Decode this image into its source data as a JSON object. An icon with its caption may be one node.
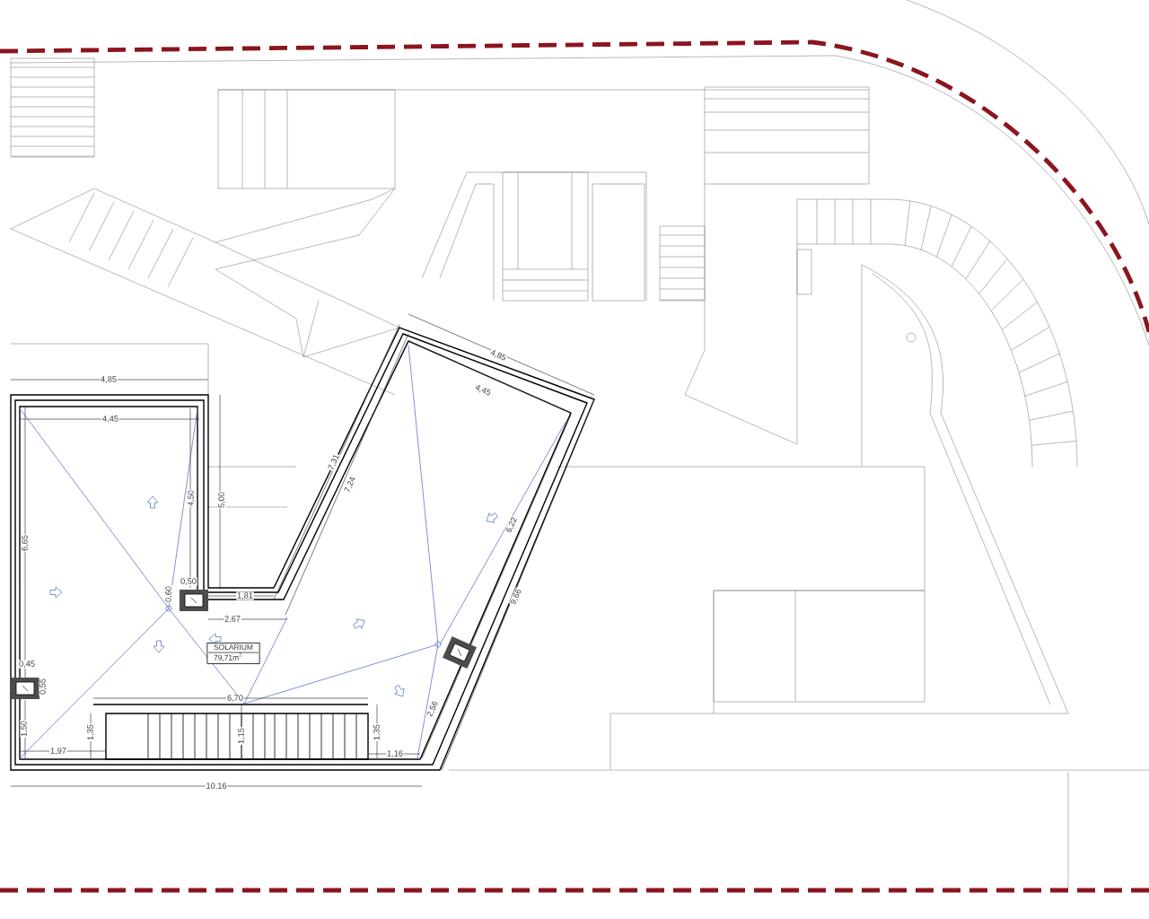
{
  "diagram": {
    "nodes": [
      {
        "text": [
          "SOLARIUM",
          "79,71m$^{2}$"
        ]
      }
    ],
    "edges": [],
    "labels": [
      "4,85",
      "4,45",
      "4,50",
      "5,00",
      "6,65",
      "0,50",
      "0,60",
      "1,81",
      "2,67",
      "0,45",
      "0,55",
      "1,50",
      "1,97",
      "1,35",
      "1,15",
      "6,70",
      "1,35",
      "1,16",
      "10,16",
      "4,85",
      "4,45",
      "7,31",
      "7,24",
      "6,22",
      "9,66",
      "2,56"
    ]
  }
}
